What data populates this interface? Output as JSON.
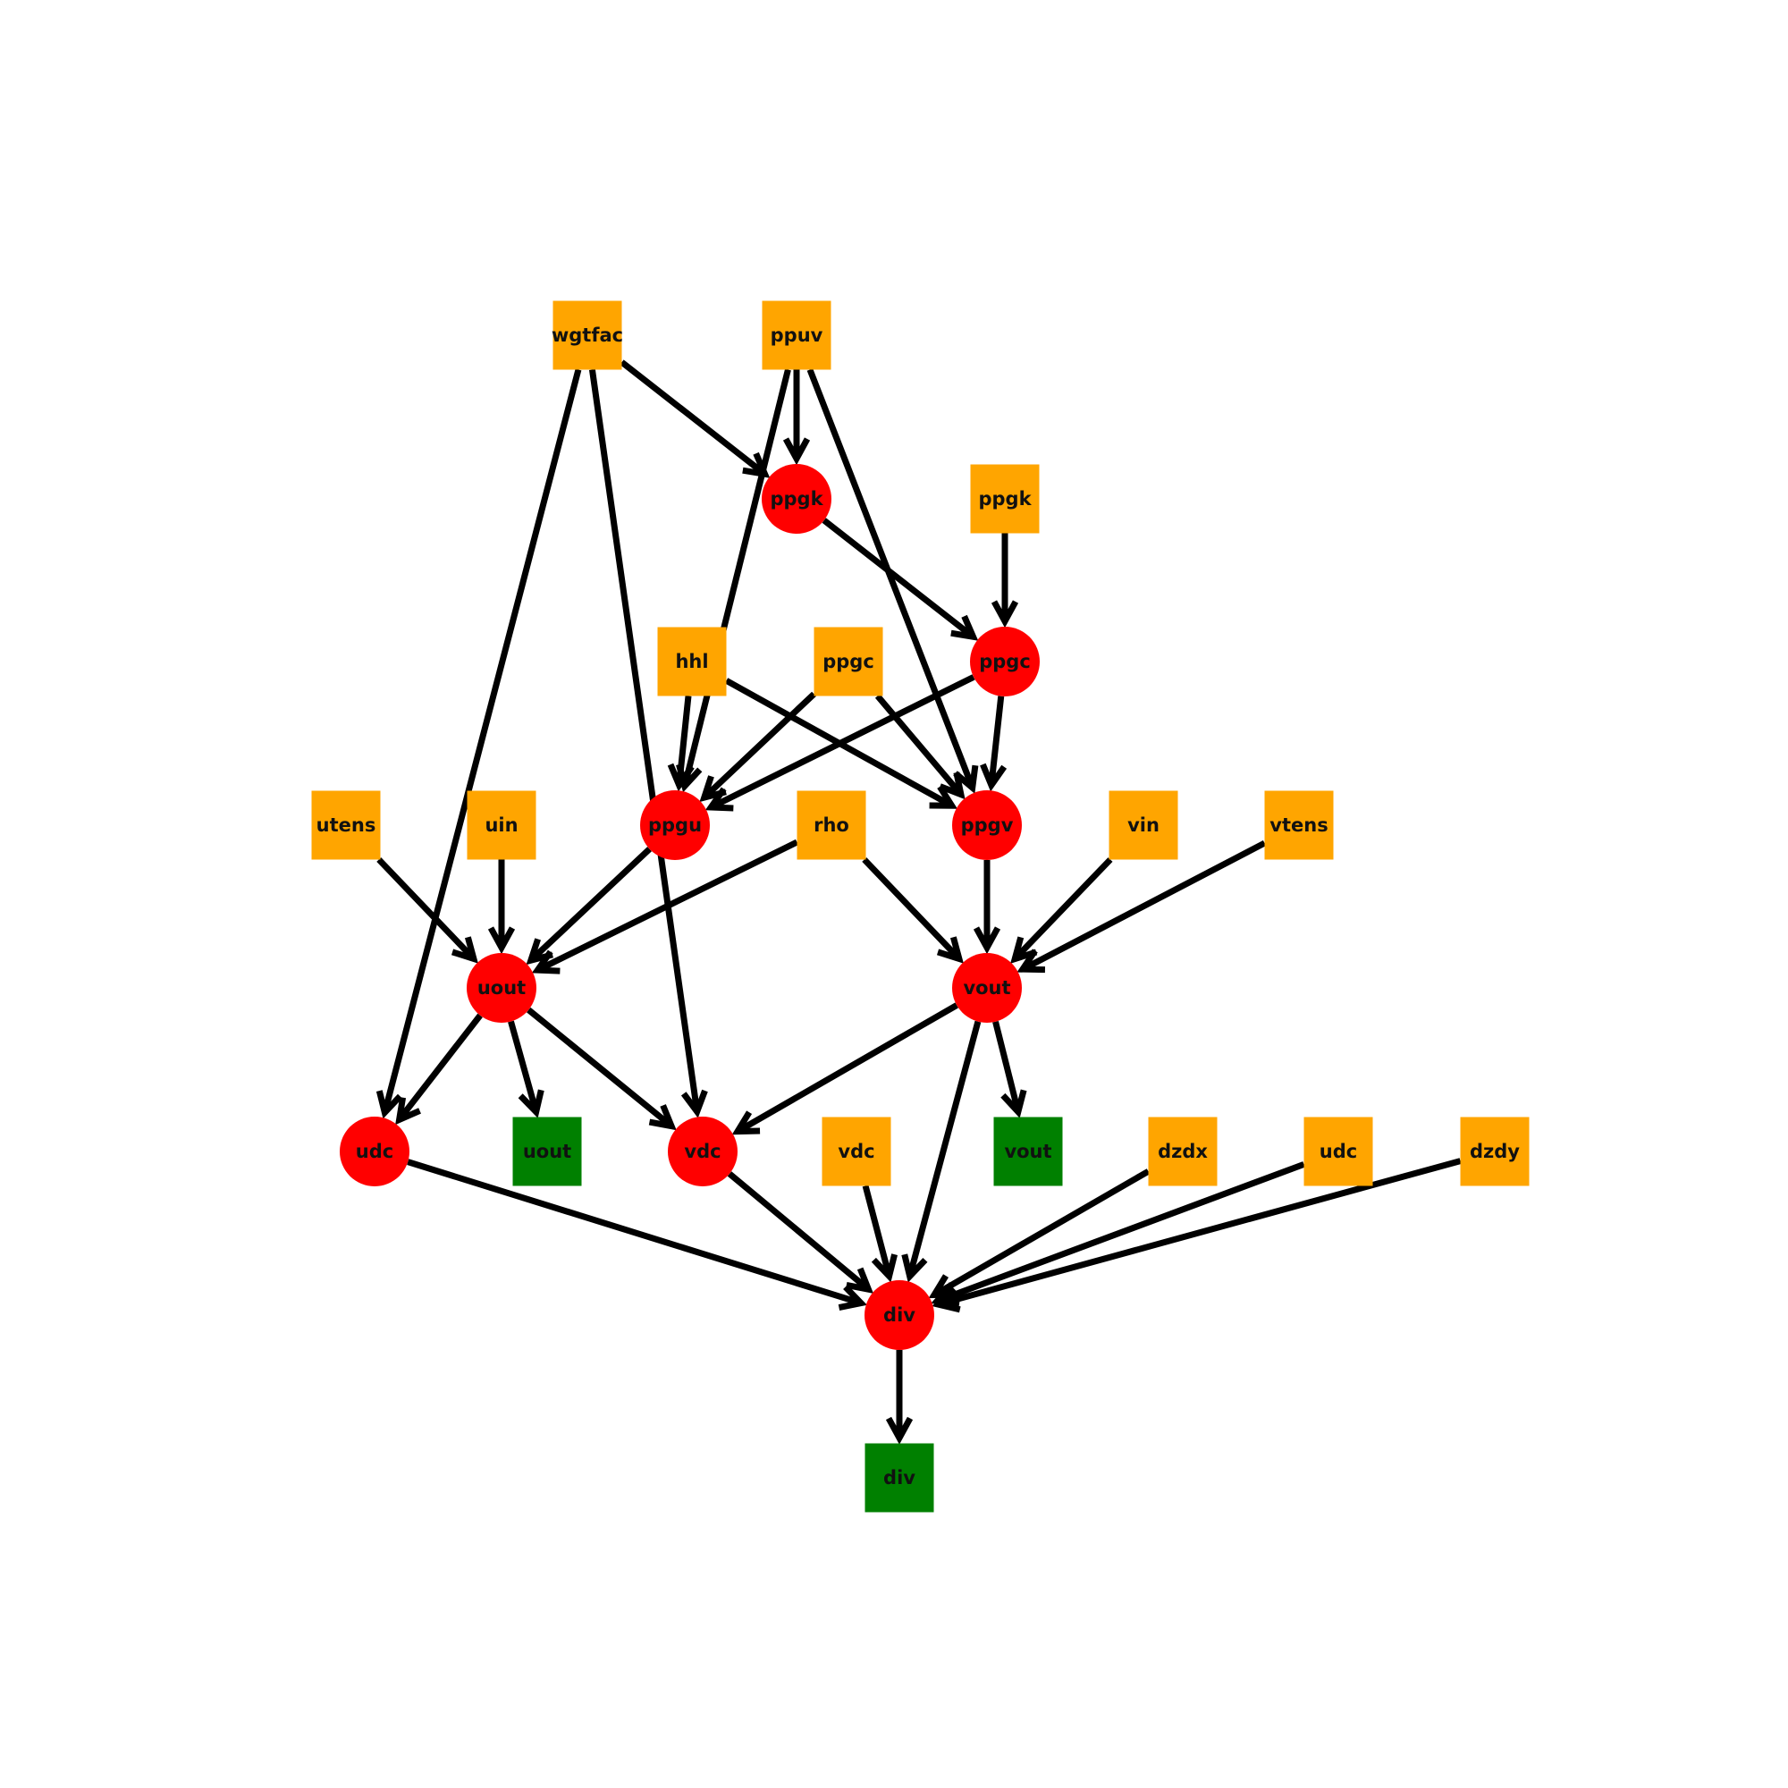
{
  "colors": {
    "input": "#FFA500",
    "compute": "#FF0000",
    "output": "#008000",
    "edge": "#000000"
  },
  "nodes": [
    {
      "id": "wgtfac_in",
      "label": "wgtfac",
      "kind": "input"
    },
    {
      "id": "ppuv_in",
      "label": "ppuv",
      "kind": "input"
    },
    {
      "id": "ppgk_c",
      "label": "ppgk",
      "kind": "compute"
    },
    {
      "id": "ppgk_in",
      "label": "ppgk",
      "kind": "input"
    },
    {
      "id": "hhl_in",
      "label": "hhl",
      "kind": "input"
    },
    {
      "id": "ppgc_in",
      "label": "ppgc",
      "kind": "input"
    },
    {
      "id": "ppgc_c",
      "label": "ppgc",
      "kind": "compute"
    },
    {
      "id": "utens_in",
      "label": "utens",
      "kind": "input"
    },
    {
      "id": "uin_in",
      "label": "uin",
      "kind": "input"
    },
    {
      "id": "ppgu_c",
      "label": "ppgu",
      "kind": "compute"
    },
    {
      "id": "rho_in",
      "label": "rho",
      "kind": "input"
    },
    {
      "id": "ppgv_c",
      "label": "ppgv",
      "kind": "compute"
    },
    {
      "id": "vin_in",
      "label": "vin",
      "kind": "input"
    },
    {
      "id": "vtens_in",
      "label": "vtens",
      "kind": "input"
    },
    {
      "id": "uout_c",
      "label": "uout",
      "kind": "compute"
    },
    {
      "id": "vout_c",
      "label": "vout",
      "kind": "compute"
    },
    {
      "id": "udc_c",
      "label": "udc",
      "kind": "compute"
    },
    {
      "id": "uout_out",
      "label": "uout",
      "kind": "output"
    },
    {
      "id": "vdc_c",
      "label": "vdc",
      "kind": "compute"
    },
    {
      "id": "vdc_in",
      "label": "vdc",
      "kind": "input"
    },
    {
      "id": "vout_out",
      "label": "vout",
      "kind": "output"
    },
    {
      "id": "dzdx_in",
      "label": "dzdx",
      "kind": "input"
    },
    {
      "id": "udc_in",
      "label": "udc",
      "kind": "input"
    },
    {
      "id": "dzdy_in",
      "label": "dzdy",
      "kind": "input"
    },
    {
      "id": "div_c",
      "label": "div",
      "kind": "compute"
    },
    {
      "id": "div_out",
      "label": "div",
      "kind": "output"
    }
  ],
  "edges": [
    {
      "from": "wgtfac_in",
      "to": "ppgk_c"
    },
    {
      "from": "wgtfac_in",
      "to": "udc_c"
    },
    {
      "from": "wgtfac_in",
      "to": "vdc_c"
    },
    {
      "from": "ppuv_in",
      "to": "ppgk_c"
    },
    {
      "from": "ppuv_in",
      "to": "ppgu_c"
    },
    {
      "from": "ppuv_in",
      "to": "ppgv_c"
    },
    {
      "from": "ppgk_c",
      "to": "ppgc_c"
    },
    {
      "from": "ppgk_in",
      "to": "ppgc_c"
    },
    {
      "from": "hhl_in",
      "to": "ppgu_c"
    },
    {
      "from": "hhl_in",
      "to": "ppgv_c"
    },
    {
      "from": "ppgc_in",
      "to": "ppgu_c"
    },
    {
      "from": "ppgc_in",
      "to": "ppgv_c"
    },
    {
      "from": "ppgc_c",
      "to": "ppgu_c"
    },
    {
      "from": "ppgc_c",
      "to": "ppgv_c"
    },
    {
      "from": "utens_in",
      "to": "uout_c"
    },
    {
      "from": "uin_in",
      "to": "uout_c"
    },
    {
      "from": "ppgu_c",
      "to": "uout_c"
    },
    {
      "from": "rho_in",
      "to": "uout_c"
    },
    {
      "from": "rho_in",
      "to": "vout_c"
    },
    {
      "from": "ppgv_c",
      "to": "vout_c"
    },
    {
      "from": "vin_in",
      "to": "vout_c"
    },
    {
      "from": "vtens_in",
      "to": "vout_c"
    },
    {
      "from": "uout_c",
      "to": "udc_c"
    },
    {
      "from": "uout_c",
      "to": "uout_out"
    },
    {
      "from": "uout_c",
      "to": "vdc_c"
    },
    {
      "from": "vout_c",
      "to": "vdc_c"
    },
    {
      "from": "vout_c",
      "to": "vout_out"
    },
    {
      "from": "vout_c",
      "to": "div_c"
    },
    {
      "from": "udc_c",
      "to": "div_c"
    },
    {
      "from": "vdc_c",
      "to": "div_c"
    },
    {
      "from": "vdc_in",
      "to": "div_c"
    },
    {
      "from": "dzdx_in",
      "to": "div_c"
    },
    {
      "from": "udc_in",
      "to": "div_c"
    },
    {
      "from": "dzdy_in",
      "to": "div_c"
    },
    {
      "from": "div_c",
      "to": "div_out"
    }
  ]
}
